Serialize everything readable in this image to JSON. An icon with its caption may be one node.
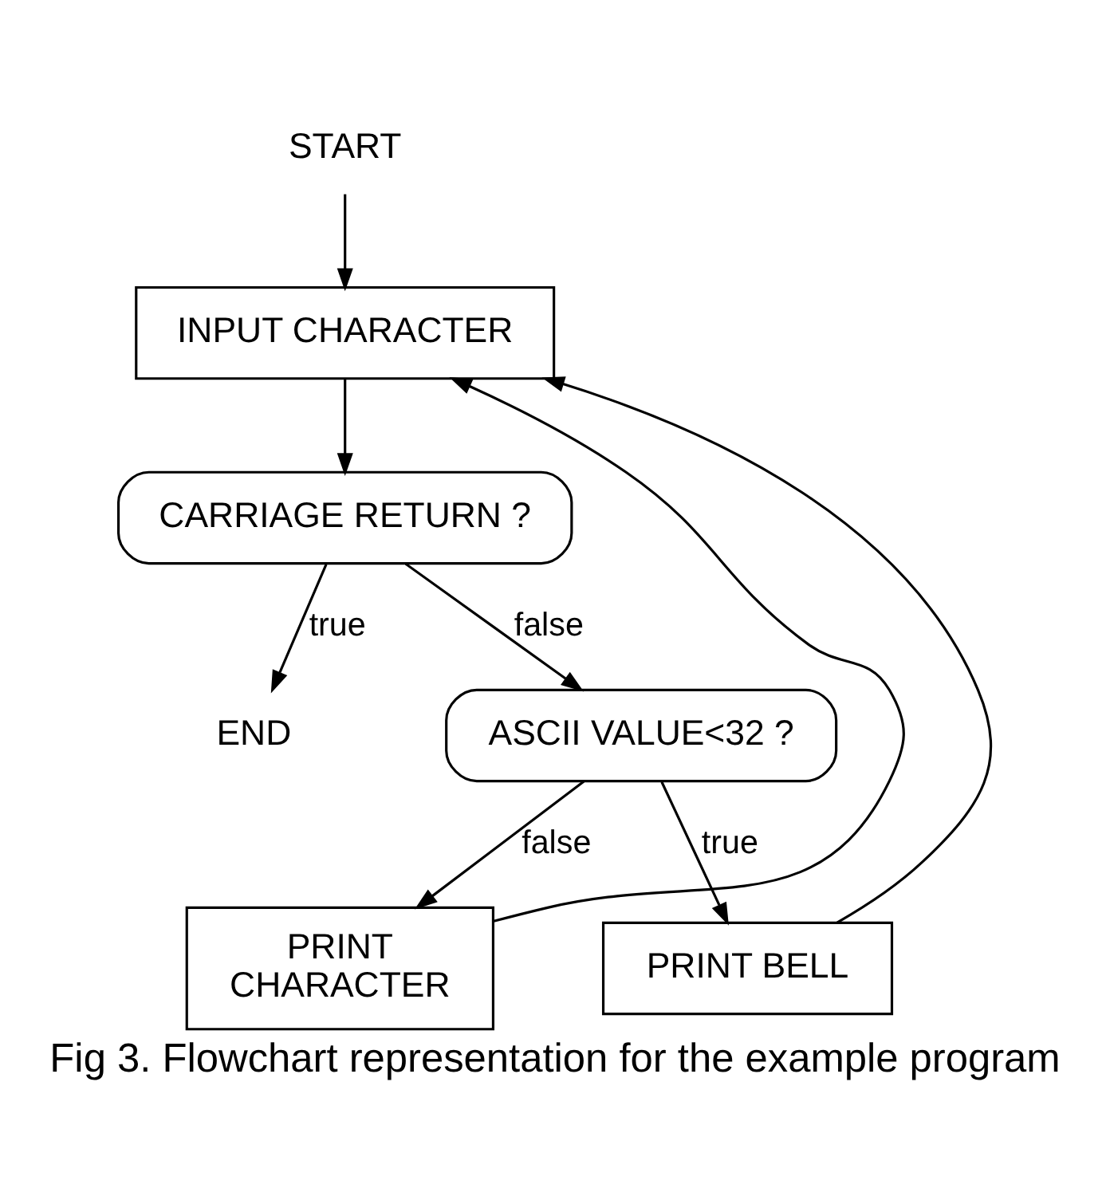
{
  "diagram": {
    "caption": "Fig 3. Flowchart representation for the example program",
    "nodes": [
      {
        "text": [
          "START"
        ]
      },
      {
        "text": [
          "INPUT CHARACTER"
        ]
      },
      {
        "text": [
          "CARRIAGE RETURN ?"
        ]
      },
      {
        "text": [
          "END"
        ]
      },
      {
        "text": [
          "ASCII VALUE<32 ?"
        ]
      },
      {
        "text": [
          "PRINT CHARACTER"
        ]
      },
      {
        "text": [
          "PRINT BELL"
        ]
      }
    ],
    "edges": [
      {
        "from": 0,
        "to": 1,
        "arrow": "to"
      },
      {
        "from": 1,
        "to": 2,
        "arrow": "to"
      },
      {
        "from": 2,
        "to": 3,
        "arrow": "to",
        "label": "true"
      },
      {
        "from": 2,
        "to": 4,
        "arrow": "to",
        "label": "false"
      },
      {
        "from": 4,
        "to": 5,
        "arrow": "to",
        "label": "false"
      },
      {
        "from": 4,
        "to": 6,
        "arrow": "to",
        "label": "true"
      },
      {
        "from": 5,
        "to": 1,
        "arrow": "to"
      },
      {
        "from": 6,
        "to": 1,
        "arrow": "to"
      }
    ]
  }
}
